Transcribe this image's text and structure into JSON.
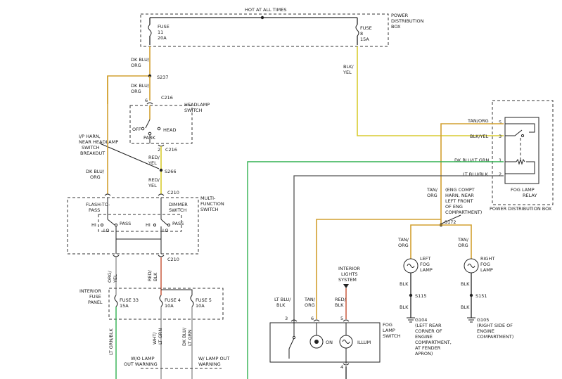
{
  "labels": {
    "hot": "HOT AT ALL TIMES",
    "pdb": [
      "POWER",
      "DISTRIBUTION",
      "BOX"
    ],
    "fuse11": [
      "FUSE",
      "11",
      "20A"
    ],
    "fuse8": [
      "FUSE",
      "8",
      "15A"
    ],
    "dkbluorg1": [
      "DK BLU/",
      "ORG"
    ],
    "s237": "S237",
    "dkbluorg2": [
      "DK BLU/",
      "ORG"
    ],
    "blkyel_vert": [
      "BLK/",
      "YEL"
    ],
    "c216_top": "C216",
    "pin6_hs": "6",
    "headlamp_sw": [
      "HEADLAMP",
      "SWITCH"
    ],
    "off": "OFF",
    "head": "HEAD",
    "park": "PARK",
    "c216_bot": "C216",
    "pin2_hs": "2",
    "ip_harn": [
      "I/P HARN,",
      "NEAR HEADLAMP",
      "SWITCH",
      "BREAKOUT"
    ],
    "redyel1": [
      "RED/",
      "YEL"
    ],
    "s266": "S266",
    "dkbluorg3": [
      "DK BLU/",
      "ORG"
    ],
    "redyel2": [
      "RED/",
      "YEL"
    ],
    "c210_top": "C210",
    "multi_fn": [
      "MULTI-",
      "FUNCTION",
      "SWITCH"
    ],
    "flash": [
      "FLASH-TO-",
      "PASS"
    ],
    "dimmer": [
      "DIMMER",
      "SWITCH"
    ],
    "hi1": "HI",
    "pass1": "PASS",
    "lo1": "LO",
    "hi2": "HI",
    "pass2": "PASS",
    "lo2": "LO",
    "c210_bot": "C210",
    "wire_orgyel": [
      "ORG/",
      "YEL"
    ],
    "wire_redblk": [
      "RED/",
      "BLK"
    ],
    "interior_fp": [
      "INTERIOR",
      "FUSE",
      "PANEL"
    ],
    "fuse33": [
      "FUSE 33",
      "15A"
    ],
    "fuse4": [
      "FUSE 4",
      "10A"
    ],
    "fuse5": [
      "FUSE 5",
      "10A"
    ],
    "wire_ltgrnblk": "LT GRN/BLK",
    "wire_whtltgrn": [
      "WHT/",
      "LT GRN"
    ],
    "wire_dkbluvltgrn": [
      "DK BLU/",
      "LT GRN"
    ],
    "wo_lamp": [
      "W/O LAMP",
      "OUT WARNING"
    ],
    "w_lamp": [
      "W/ LAMP OUT",
      "WARNING"
    ],
    "relay_tanorg": "TAN/ORG",
    "relay_blkyel": "BLK/YEL",
    "relay_dkblultgrn": "DK BLU/LT GRN",
    "relay_ltbluvlk": "LT BLU/BLK",
    "relay_pin5": "5",
    "relay_pin3": "3",
    "relay_pin1": "1",
    "relay_pin2": "2",
    "fog_relay": [
      "FOG LAMP",
      "RELAY"
    ],
    "pdb2": "POWER DISTRIBUTION BOX",
    "tanorg_mid": [
      "TAN/",
      "ORG"
    ],
    "eng_comp": [
      "(ENG COMPT",
      "HARN, NEAR",
      "LEFT FRONT",
      "OF ENG",
      "COMPARTMENT)"
    ],
    "s172": "S172",
    "tanorg_l": [
      "TAN/",
      "ORG"
    ],
    "tanorg_r": [
      "TAN/",
      "ORG"
    ],
    "left_fog": [
      "LEFT",
      "FOG",
      "LAMP"
    ],
    "right_fog": [
      "RIGHT",
      "FOG",
      "LAMP"
    ],
    "blk_l1": "BLK",
    "blk_r1": "BLK",
    "s115": "S115",
    "s151": "S151",
    "blk_l2": "BLK",
    "blk_r2": "BLK",
    "g104": [
      "G104",
      "(LEFT REAR",
      "CORNER OF",
      "ENGINE",
      "COMPARTMENT,",
      "AT FENDER",
      "APRON)"
    ],
    "g105": [
      "G105",
      "(RIGHT SIDE OF",
      "ENGINE",
      "COMPARTMENT)"
    ],
    "interior_lights": [
      "INTERIOR",
      "LIGHTS",
      "SYSTEM"
    ],
    "sw_ltbluvlk": [
      "LT BLU/",
      "BLK"
    ],
    "sw_tanorg": [
      "TAN/",
      "ORG"
    ],
    "sw_redblk": [
      "RED/",
      "BLK"
    ],
    "pin3_sw": "3",
    "pin6_sw": "6",
    "pin5_sw": "5",
    "pin4_sw": "4",
    "on": "ON",
    "illum": "ILLUM",
    "fog_sw": [
      "FOG",
      "LAMP",
      "SWITCH"
    ]
  },
  "colors": {
    "tan": "#d2a030",
    "yellow": "#d8cc30",
    "green": "#30b050",
    "black": "#222222"
  }
}
